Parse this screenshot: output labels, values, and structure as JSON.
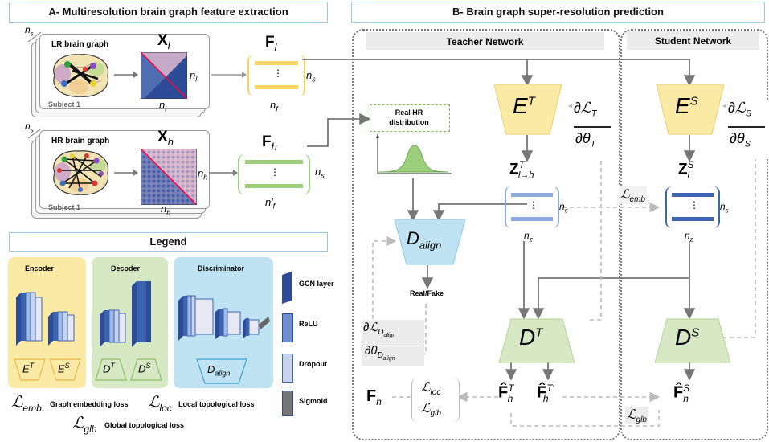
{
  "panel_a": {
    "title": "A- Multiresolution brain graph feature extraction",
    "lr_label": "LR brain graph",
    "hr_label": "HR brain graph",
    "subject1": "Subject 1",
    "subject2": "Subject 1",
    "ns": "n",
    "ns_sub": "s",
    "xl": "X",
    "xl_sub": "l",
    "xh": "X",
    "xh_sub": "h",
    "nl": "n",
    "nl_sub": "l",
    "nh": "n",
    "nh_sub": "h",
    "fl": "F",
    "fl_sub": "l",
    "fh": "F",
    "fh_sub": "h",
    "nf": "n",
    "nf_sub": "f",
    "nf_prime": "n′",
    "dots": "⋮"
  },
  "panel_b": {
    "title": "B- Brain graph super-resolution prediction",
    "teacher": "Teacher Network",
    "student": "Student Network",
    "real_hr": "Real HR distribution",
    "real_fake": "Real/Fake",
    "et": "E",
    "et_sup": "T",
    "es": "E",
    "es_sup": "S",
    "dt": "D",
    "dt_sup": "T",
    "ds": "D",
    "ds_sup": "S",
    "dalign": "D",
    "dalign_sub": "align",
    "zt": "Z",
    "zt_sup": "T",
    "zt_sub": "l→h",
    "zs": "Z",
    "zs_sup": "S",
    "zs_sub": "l",
    "nz": "n",
    "nz_sub": "z",
    "lemb": "ℒ",
    "lemb_sub": "emb",
    "lglb": "ℒ",
    "lglb_sub": "glb",
    "lloc": "ℒ",
    "lloc_sub": "loc",
    "grad_t_num": "∂ℒ",
    "grad_t_num_sub": "T",
    "grad_t_den": "∂θ",
    "grad_t_den_sub": "T",
    "grad_s_num": "∂ℒ",
    "grad_s_num_sub": "S",
    "grad_s_den": "∂θ",
    "grad_s_den_sub": "S",
    "grad_d_num": "∂ℒ",
    "grad_d_num_sub": "D",
    "grad_d_num_sub2": "align",
    "grad_d_den": "∂θ",
    "grad_d_den_sub": "D",
    "grad_d_den_sub2": "align",
    "fh_hat": "F̂",
    "fh_hat_sub": "h",
    "fh_hat_t_sup": "T",
    "fh_hat_tp_sup": "T′",
    "fh_hat_s_sup": "S",
    "fh": "F",
    "fh_sub": "h"
  },
  "legend": {
    "title": "Legend",
    "encoder": "Encoder",
    "decoder": "Decoder",
    "discriminator": "Discriminator",
    "gcn": "GCN layer",
    "relu": "ReLU",
    "dropout": "Dropout",
    "sigmoid": "Sigmoid",
    "lemb_text": "Graph embedding loss",
    "lloc_text": "Local topological loss",
    "lglb_text": "Global topological loss"
  },
  "colors": {
    "encoder": "#fbe9a6",
    "decoder": "#d7e8c4",
    "discriminator": "#bfe3f2",
    "zbar": "#3d64b1",
    "fl_bar": "#f5d562",
    "fh_bar": "#9ccf7c",
    "arrow": "#777777"
  }
}
